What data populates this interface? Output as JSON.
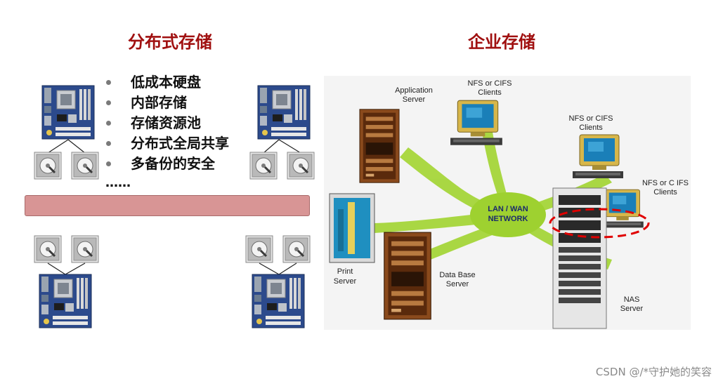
{
  "titles": {
    "left": "分布式存储",
    "right": "企业存储"
  },
  "distributed": {
    "bullets": [
      "低成本硬盘",
      "内部存储",
      "存储资源池",
      "分布式全局共享",
      "多备份的安全"
    ],
    "ellipsis": "……"
  },
  "network": {
    "hub": [
      "LAN / WAN",
      "NETWORK"
    ],
    "labels": {
      "application_server": [
        "Application",
        "Server"
      ],
      "nfs_clients_1": [
        "NFS or CIFS",
        "Clients"
      ],
      "nfs_clients_2": [
        "NFS or CIFS",
        "Clients"
      ],
      "nfs_clients_3": [
        "NFS or C IFS",
        "Clients"
      ],
      "print_server": [
        "Print",
        "Server"
      ],
      "database_server": [
        "Data Base",
        "Server"
      ],
      "nas_server": [
        "NAS",
        "Server"
      ]
    }
  },
  "watermark": "CSDN @/*守护她的笑容",
  "colors": {
    "title": "#a01010",
    "bus": "#d89595",
    "network_glow": "#a6d63a",
    "highlight": "#e00000"
  }
}
